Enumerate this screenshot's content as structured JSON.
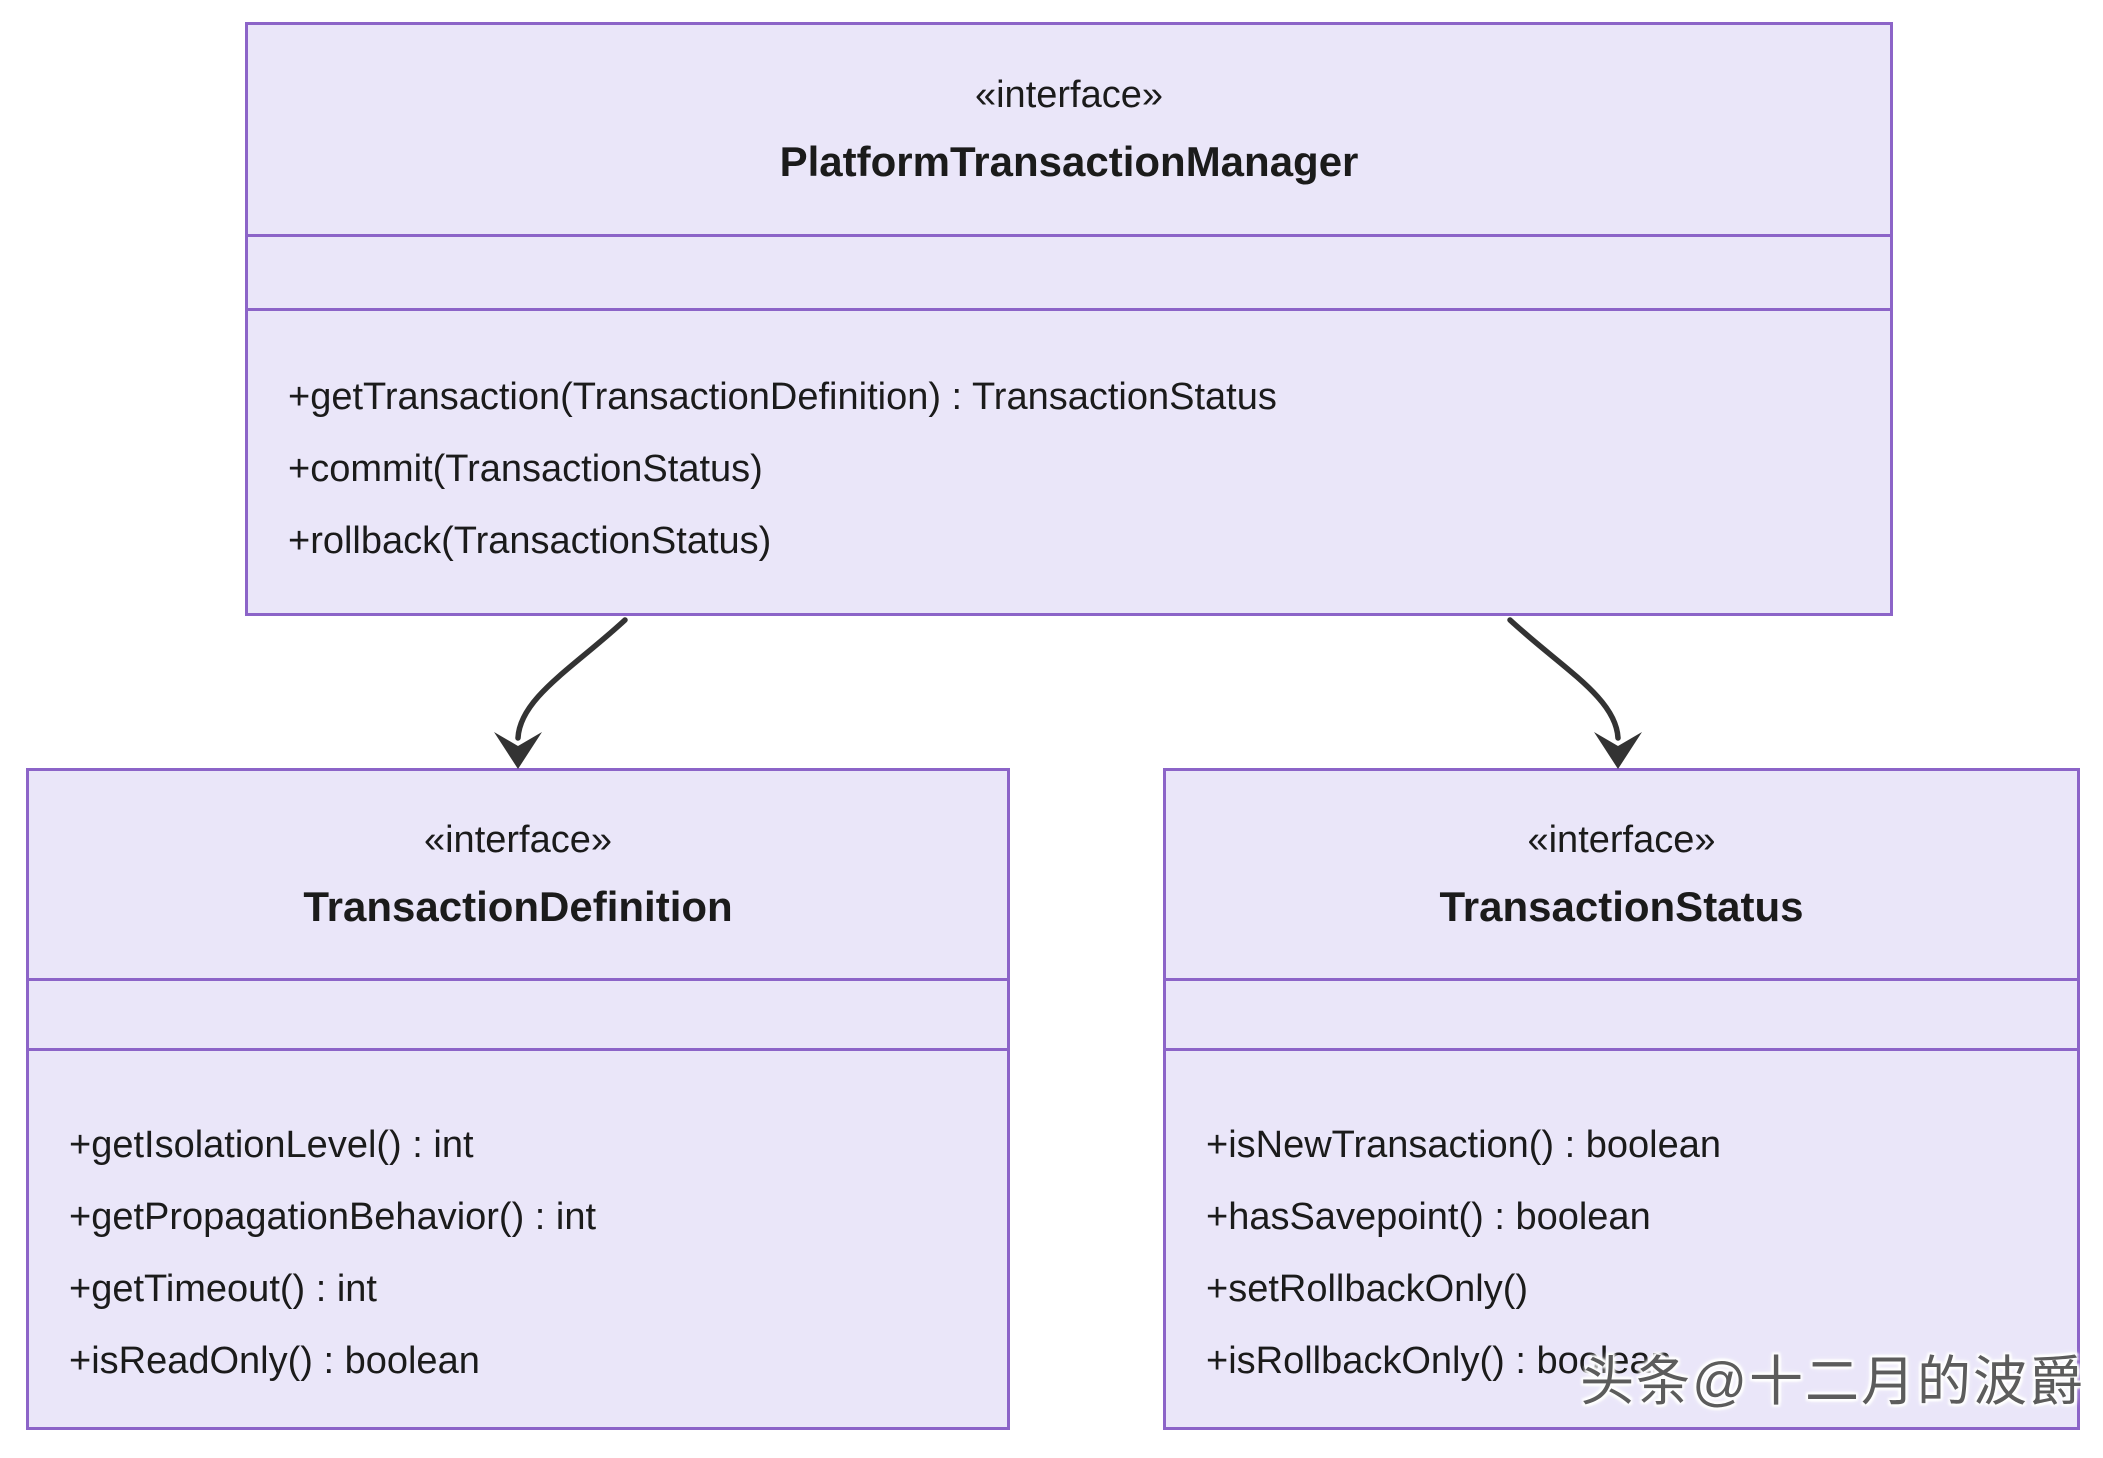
{
  "diagram": {
    "type": "uml-class-diagram",
    "classes": [
      {
        "id": "manager",
        "stereotype": "«interface»",
        "name": "PlatformTransactionManager",
        "attributes": [],
        "methods": [
          "+getTransaction(TransactionDefinition) : TransactionStatus",
          "+commit(TransactionStatus)",
          "+rollback(TransactionStatus)"
        ]
      },
      {
        "id": "definition",
        "stereotype": "«interface»",
        "name": "TransactionDefinition",
        "attributes": [],
        "methods": [
          "+getIsolationLevel() : int",
          "+getPropagationBehavior() : int",
          "+getTimeout() : int",
          "+isReadOnly() : boolean"
        ]
      },
      {
        "id": "status",
        "stereotype": "«interface»",
        "name": "TransactionStatus",
        "attributes": [],
        "methods": [
          "+isNewTransaction() : boolean",
          "+hasSavepoint() : boolean",
          "+setRollbackOnly()",
          "+isRollbackOnly() : boolean"
        ]
      }
    ],
    "relations": [
      {
        "from": "PlatformTransactionManager",
        "to": "TransactionDefinition",
        "style": "curved-arrow"
      },
      {
        "from": "PlatformTransactionManager",
        "to": "TransactionStatus",
        "style": "curved-arrow"
      }
    ],
    "watermark": "头条@十二月的波爵",
    "colors": {
      "box_fill": "#EAE6F9",
      "box_border": "#8C64C8",
      "text": "#1B1B1B",
      "arrow": "#333333",
      "background": "#FFFFFF"
    }
  }
}
